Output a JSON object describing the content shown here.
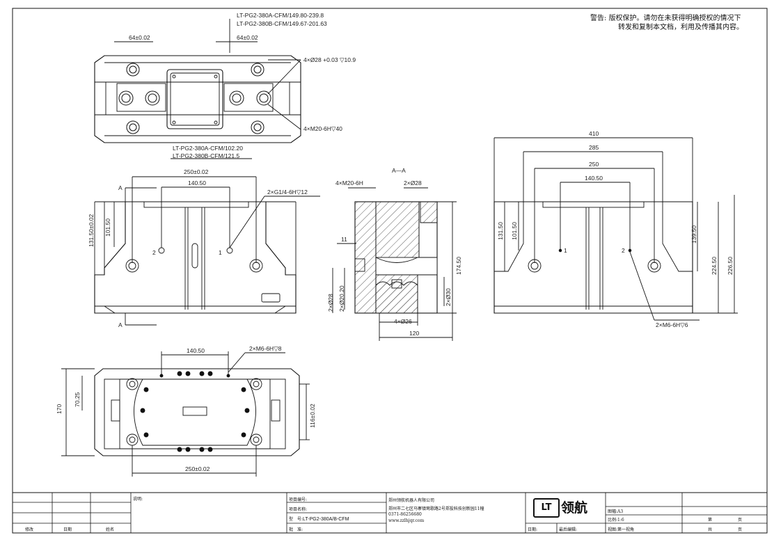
{
  "notice": {
    "label": "警告:",
    "line1": "版权保护。请勿在未获得明确授权的情况下",
    "line2": "转发和复制本文档，利用及传播其内容。"
  },
  "top_view": {
    "dim_a": "LT-PG2-380A-CFM/149.80-239.8",
    "dim_b": "LT-PG2-380B-CFM/149.67-201.63",
    "pitch_left": "64±0.02",
    "pitch_right": "64±0.02",
    "hole_callout": "4×Ø28 +0.03 ▽10.9",
    "thread_callout": "4×M20-6H▽40",
    "stroke_a": "LT-PG2-380A-CFM/102.20",
    "stroke_b": "LT-PG2-380B-CFM/121.5"
  },
  "front_view": {
    "section_mark": "A",
    "dim_250": "250±0.02",
    "dim_140": "140.50",
    "height_131": "131.50±0.02",
    "height_101": "101.50",
    "port_callout": "2×G1/4-6H▽12",
    "port1_label": "1",
    "port2_label": "2"
  },
  "section_view": {
    "title": "A—A",
    "thread": "4×M20-6H",
    "bore": "2×Ø28",
    "dim_11": "11",
    "dia_28": "2×Ø28",
    "dia_20": "2×Ø20.20",
    "dia_30": "2×Ø30",
    "height_174": "174.50",
    "dia_26": "4×Ø26",
    "width_120": "120"
  },
  "side_view": {
    "dim_410": "410",
    "dim_285": "285",
    "dim_250": "250",
    "dim_140": "140.50",
    "h_131": "131.50",
    "h_101": "101.50",
    "h_139": "139.50",
    "h_224": "224.50",
    "h_226": "226.50",
    "thread_callout": "2×M6-6H▽6",
    "port1": "1",
    "port2": "2"
  },
  "bottom_view": {
    "dim_140": "140.50",
    "thread_callout": "2×M6-6H▽8",
    "dim_170": "170",
    "dim_70": "70.25",
    "dim_116": "116±0.02",
    "dim_250": "250±0.02"
  },
  "title_block": {
    "left_labels": [
      "修改",
      "日期",
      "姓名"
    ],
    "note_label": "说明:",
    "project_no_label": "项目编号:",
    "project_name_label": "项目名称:",
    "model_label": "型　号:",
    "model_value": "LT-PG2-380A/B-CFM",
    "approve_label": "批　准:",
    "company_name": "郑州领航机器人有限公司",
    "company_addr": "郑州市二七区马寨镇莺歌路2号郑投科技创新园11幢",
    "company_phone": "0371-86256680",
    "company_web": "www.zzlhjqr.com",
    "logo_text": "LT",
    "logo_cn": "领航",
    "date_label": "日期:",
    "last_edit_label": "最后编辑:",
    "sheet_label": "图幅:",
    "sheet_value": "A3",
    "scale_label": "比例:",
    "scale_value": "1:6",
    "view_label": "视图:",
    "view_value": "第一视角",
    "page_label": "第",
    "page_unit": "页",
    "total_label": "共",
    "total_unit": "页"
  }
}
